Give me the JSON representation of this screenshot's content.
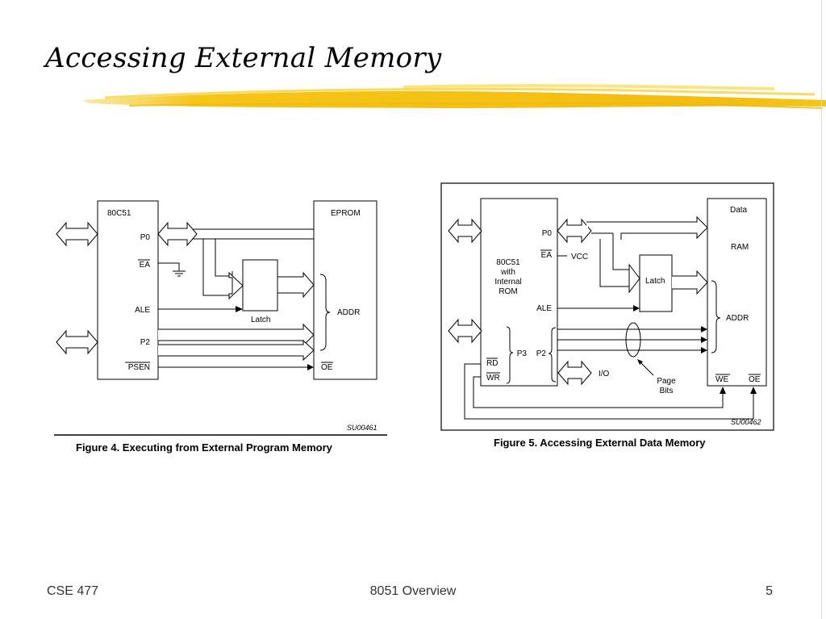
{
  "slide": {
    "title": "Accessing External Memory",
    "footer": {
      "left": "CSE 477",
      "center": "8051 Overview",
      "page": "5"
    }
  },
  "figure4": {
    "caption": "Figure 4.   Executing from External Program Memory",
    "code": "SU00461",
    "cpu": {
      "name": "80C51",
      "pins": {
        "p0": "P0",
        "ea": "EA",
        "ale": "ALE",
        "p2": "P2",
        "psen": "PSEN"
      }
    },
    "latch": "Latch",
    "memory": {
      "name": "EPROM",
      "addr": "ADDR",
      "oe": "OE"
    }
  },
  "figure5": {
    "caption": "Figure 5.   Accessing External Data Memory",
    "code": "SU00462",
    "cpu": {
      "name_line1": "80C51",
      "name_line2": "with",
      "name_line3": "Internal",
      "name_line4": "ROM",
      "pins": {
        "p0": "P0",
        "ea": "EA",
        "vcc": "VCC",
        "ale": "ALE",
        "p3": "P3",
        "p2": "P2",
        "rd": "RD",
        "wr": "WR"
      }
    },
    "latch": "Latch",
    "io": "I/O",
    "page_bits_line1": "Page",
    "page_bits_line2": "Bits",
    "memory": {
      "name_line1": "Data",
      "name_line2": "RAM",
      "addr": "ADDR",
      "we": "WE",
      "oe": "OE"
    }
  },
  "colors": {
    "brush_stroke": "#f5c518"
  }
}
